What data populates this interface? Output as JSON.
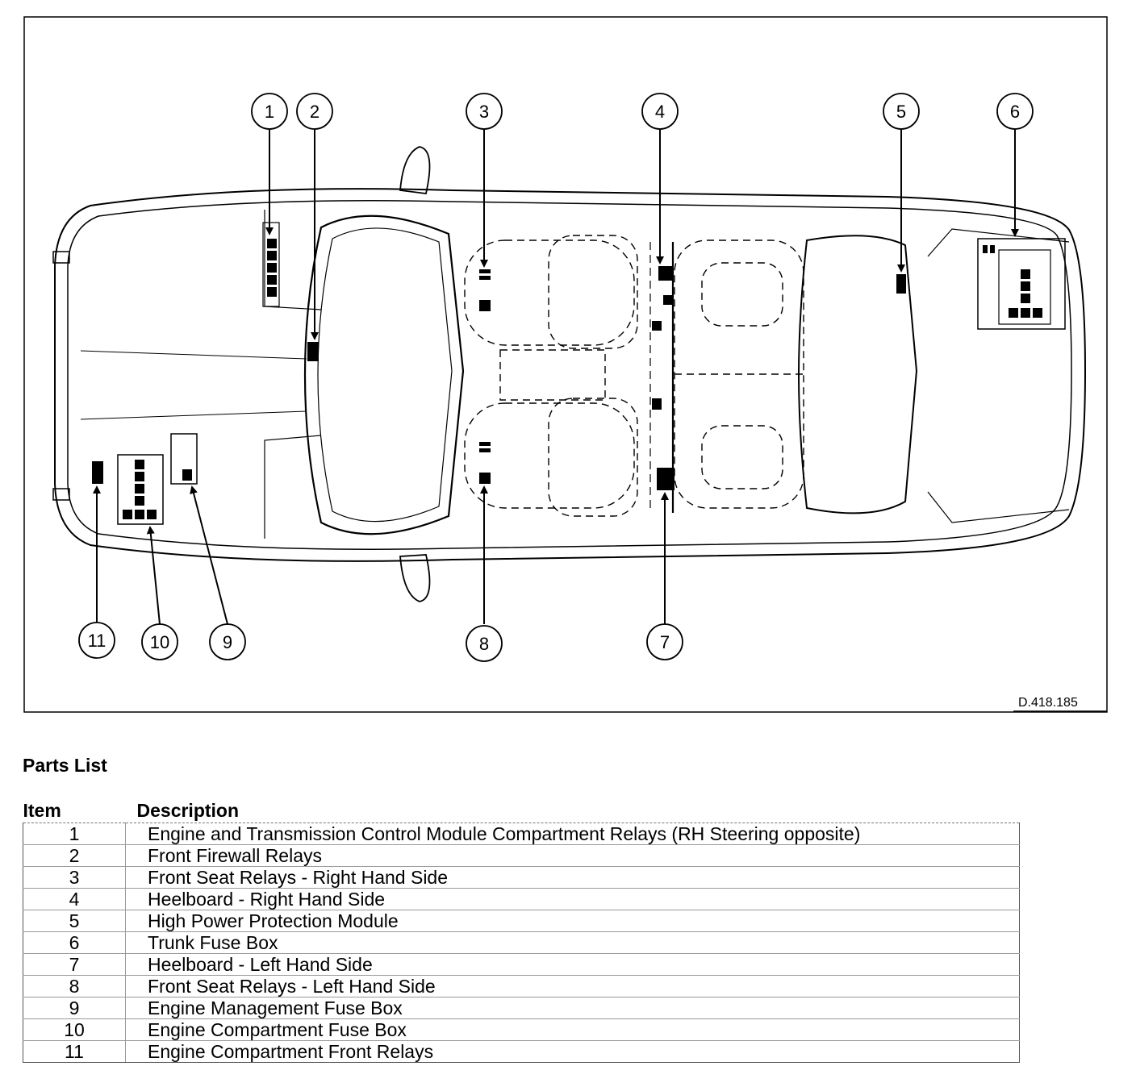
{
  "diagram": {
    "reference_code": "D.418.185",
    "callouts": [
      {
        "number": "1"
      },
      {
        "number": "2"
      },
      {
        "number": "3"
      },
      {
        "number": "4"
      },
      {
        "number": "5"
      },
      {
        "number": "6"
      },
      {
        "number": "7"
      },
      {
        "number": "8"
      },
      {
        "number": "9"
      },
      {
        "number": "10"
      },
      {
        "number": "11"
      }
    ]
  },
  "parts_list": {
    "title": "Parts List",
    "headers": {
      "item": "Item",
      "description": "Description"
    },
    "rows": [
      {
        "item": "1",
        "description": "Engine and Transmission Control Module Compartment Relays (RH Steering opposite)"
      },
      {
        "item": "2",
        "description": "Front Firewall Relays"
      },
      {
        "item": "3",
        "description": "Front Seat Relays - Right Hand Side"
      },
      {
        "item": "4",
        "description": "Heelboard - Right Hand Side"
      },
      {
        "item": "5",
        "description": "High Power Protection Module"
      },
      {
        "item": "6",
        "description": "Trunk Fuse Box"
      },
      {
        "item": "7",
        "description": "Heelboard - Left Hand Side"
      },
      {
        "item": "8",
        "description": "Front Seat Relays - Left Hand Side"
      },
      {
        "item": "9",
        "description": "Engine Management Fuse Box"
      },
      {
        "item": "10",
        "description": "Engine Compartment Fuse Box"
      },
      {
        "item": "11",
        "description": "Engine Compartment Front Relays"
      }
    ]
  }
}
